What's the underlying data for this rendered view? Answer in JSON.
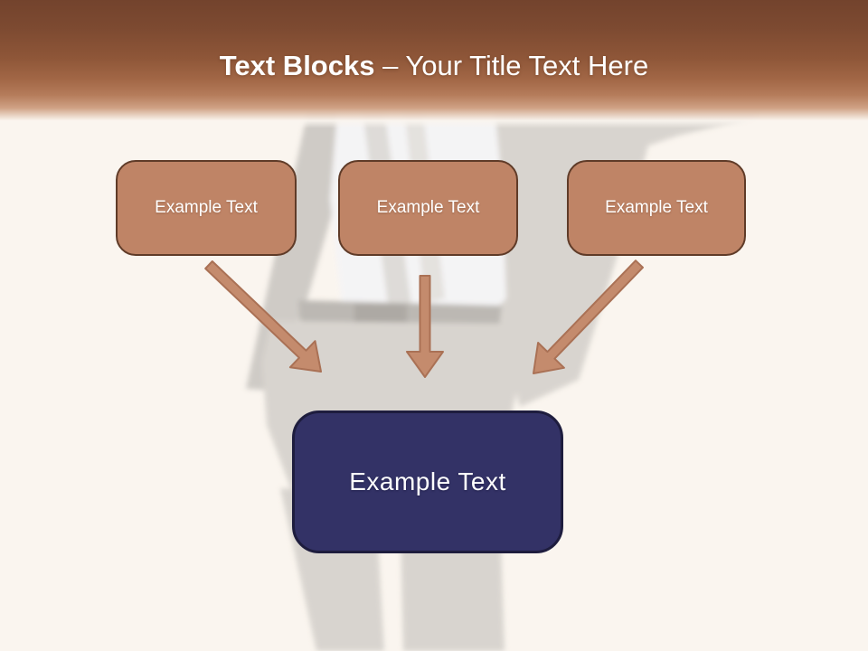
{
  "title": {
    "emphasis": "Text Blocks",
    "separator": "–",
    "rest": "Your Title Text Here"
  },
  "blocks": [
    {
      "label": "Example Text"
    },
    {
      "label": "Example Text"
    },
    {
      "label": "Example Text"
    }
  ],
  "result": {
    "label": "Example Text"
  },
  "arrows": [
    {
      "name": "arrow-from-block-1",
      "direction": "down-right"
    },
    {
      "name": "arrow-from-block-2",
      "direction": "down"
    },
    {
      "name": "arrow-from-block-3",
      "direction": "down-left"
    }
  ],
  "colors": {
    "background": "#faf5ef",
    "header_top": "#73432d",
    "header_mid": "#a26746",
    "block_fill": "#bf8466",
    "block_border": "#5f3b28",
    "arrow_fill": "#c48b6d",
    "arrow_outline": "#aa7155",
    "result_fill": "#333266",
    "result_border": "#1e1d3e",
    "title_text": "#ffffff",
    "block_text": "#ffffff"
  }
}
